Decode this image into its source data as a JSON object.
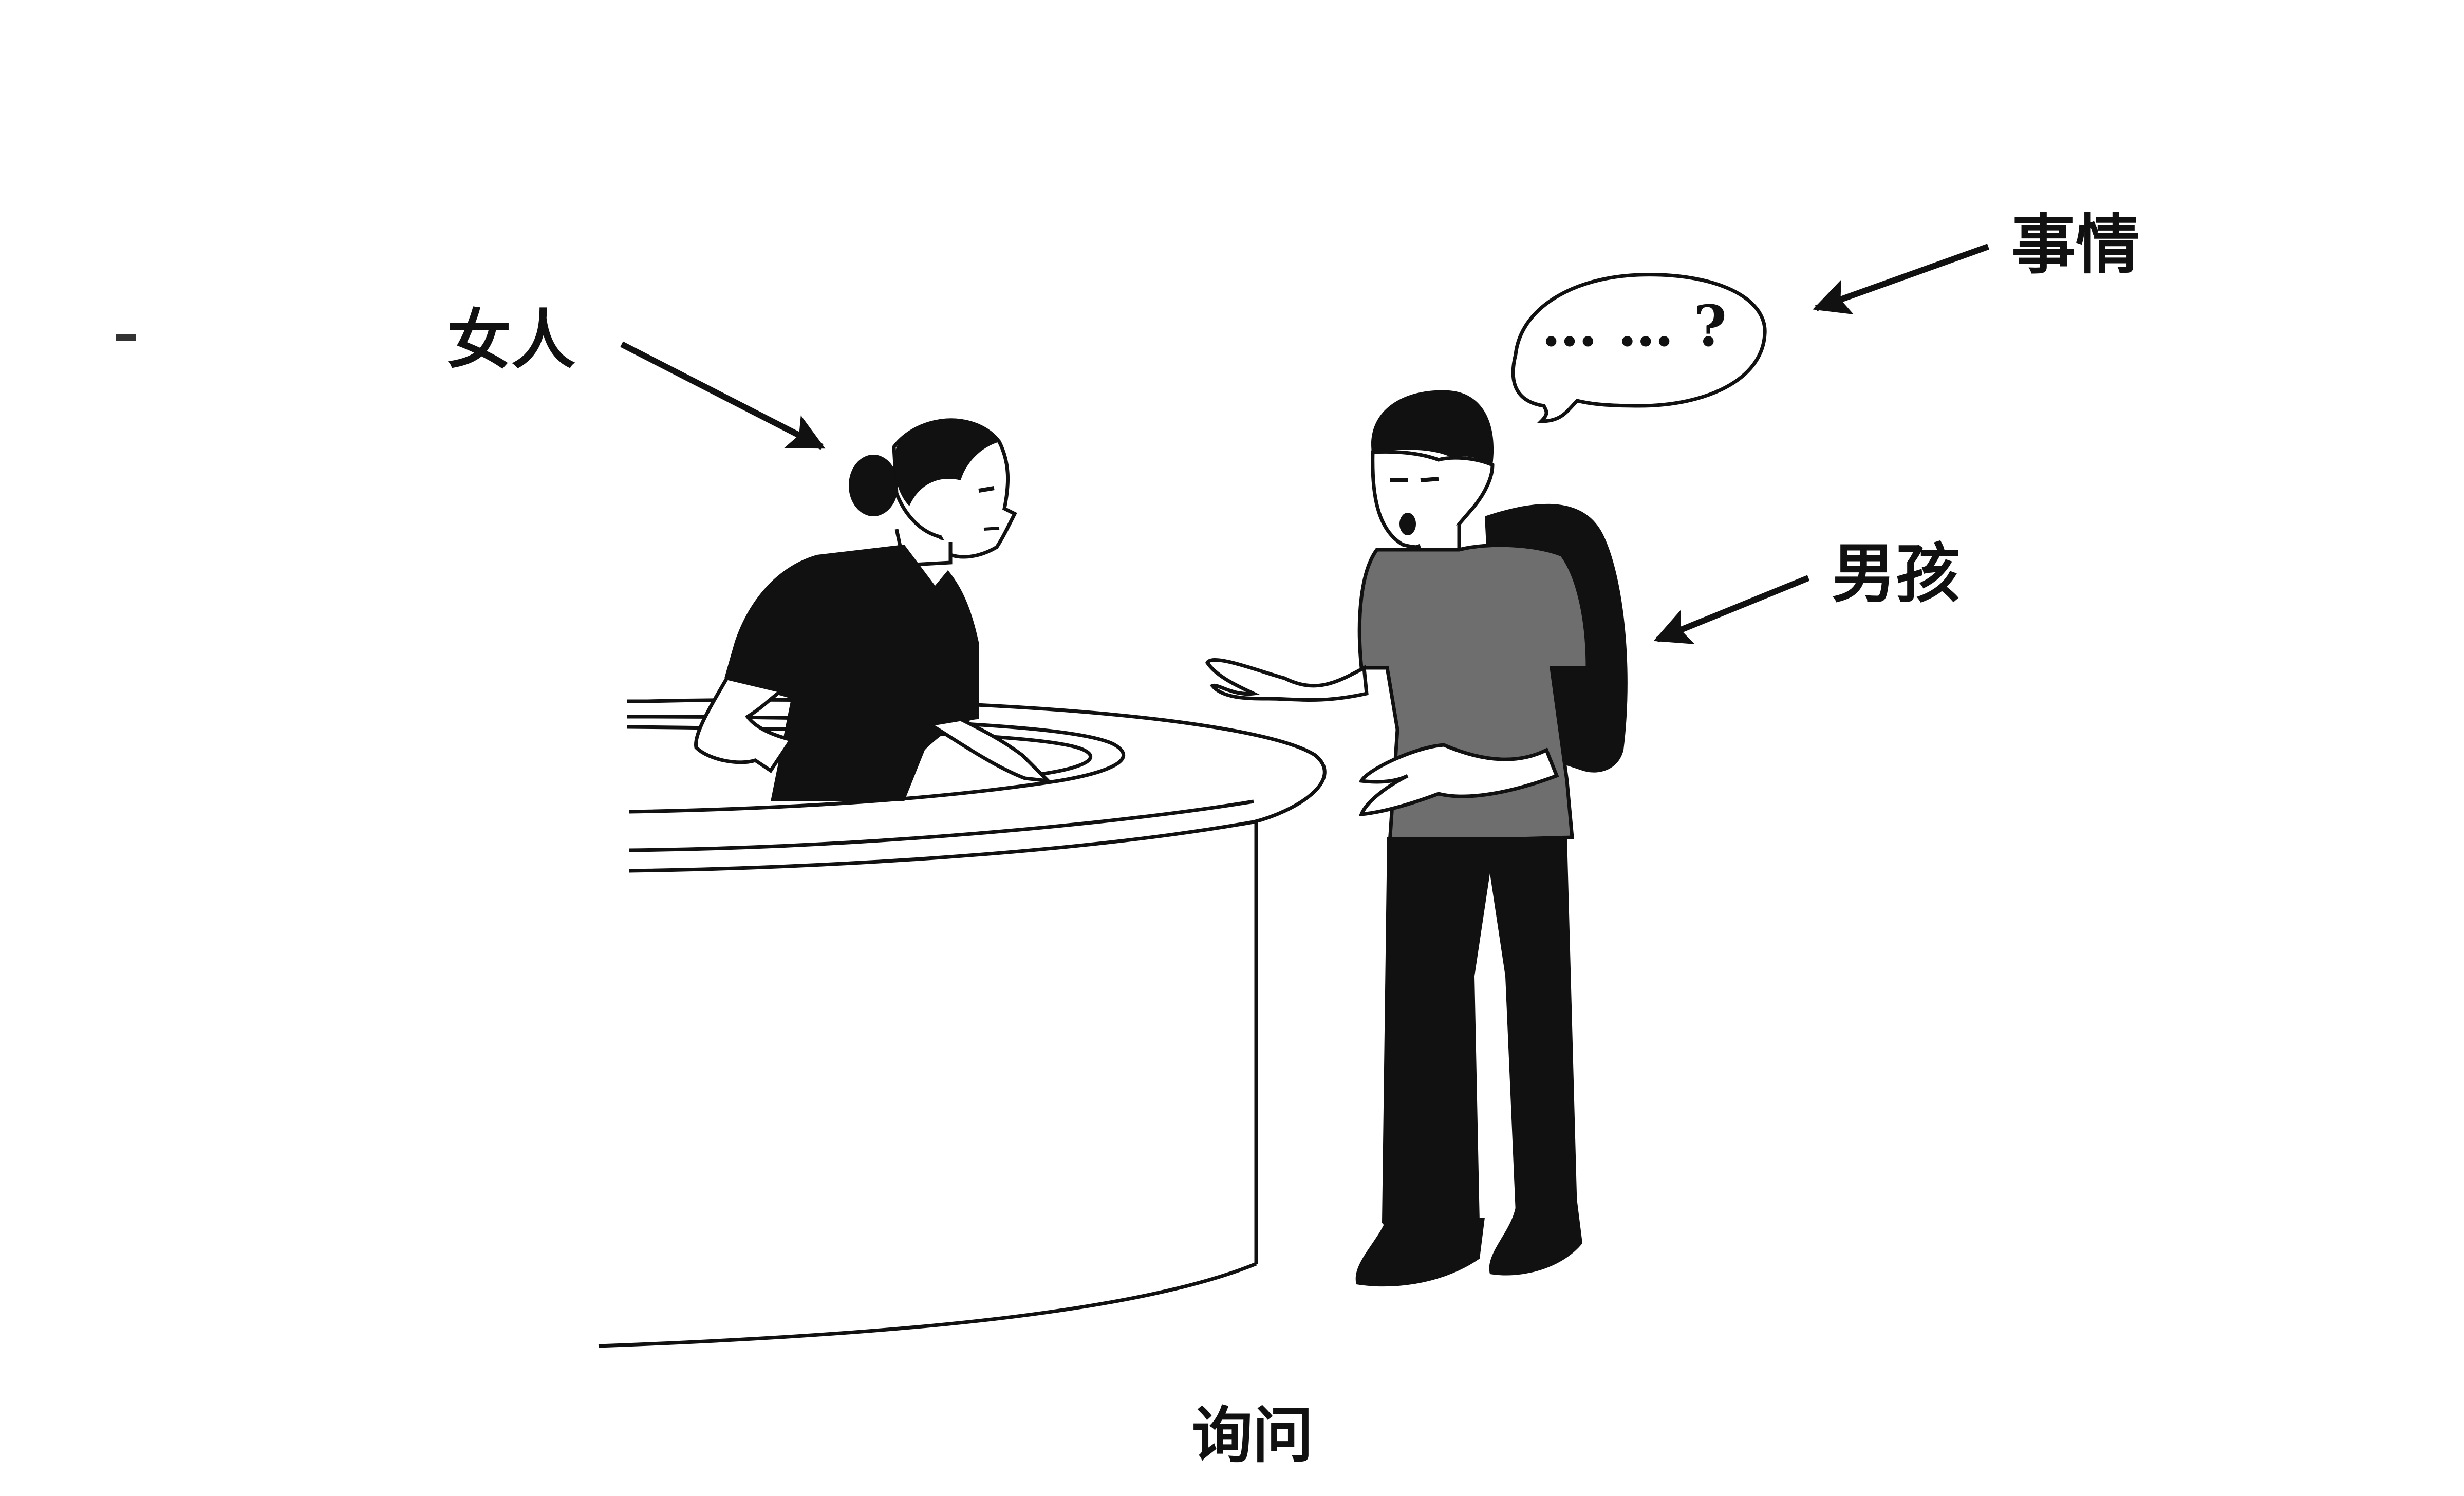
{
  "labels": {
    "woman": "女人",
    "boy": "男孩",
    "matter": "事情"
  },
  "speech_bubble": {
    "text": "… … ?"
  },
  "caption": "询问",
  "colors": {
    "ink": "#111111",
    "shirt_gray": "#6e6e6e",
    "background": "#ffffff"
  }
}
